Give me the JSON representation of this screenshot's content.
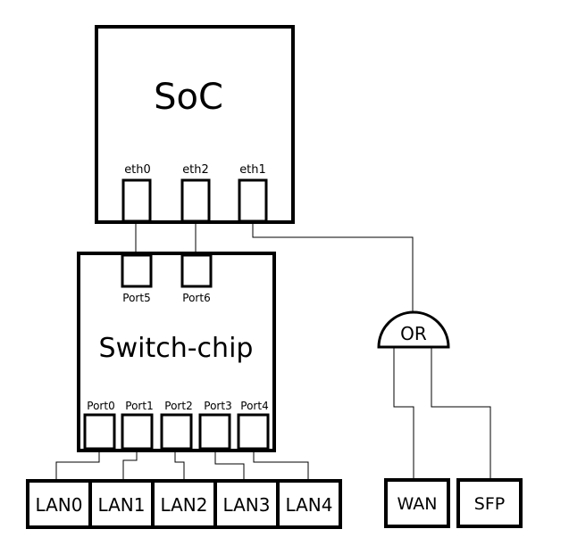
{
  "diagram": {
    "soc": {
      "label": "SoC",
      "ports": [
        "eth0",
        "eth2",
        "eth1"
      ]
    },
    "switch": {
      "label": "Switch-chip",
      "cpu_ports": [
        "Port5",
        "Port6"
      ],
      "lan_ports": [
        "Port0",
        "Port1",
        "Port2",
        "Port3",
        "Port4"
      ]
    },
    "lan_boxes": [
      "LAN0",
      "LAN1",
      "LAN2",
      "LAN3",
      "LAN4"
    ],
    "or_gate": {
      "label": "OR"
    },
    "wan": {
      "label": "WAN"
    },
    "sfp": {
      "label": "SFP"
    },
    "colors": {
      "stroke": "#000000",
      "fill": "#ffffff"
    }
  }
}
